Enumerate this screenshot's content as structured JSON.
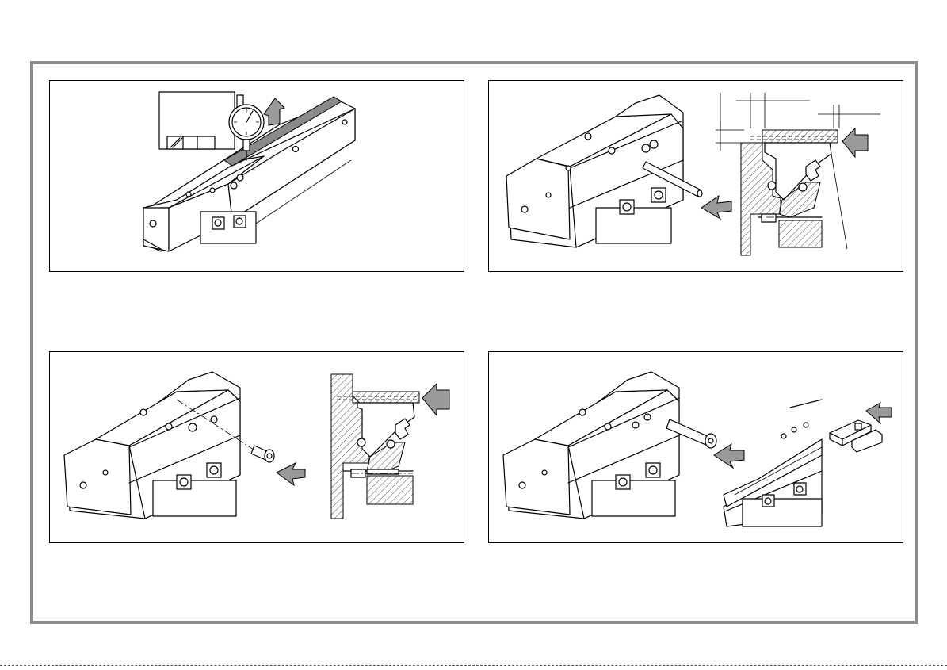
{
  "colors": {
    "frame_border": "#8c8c8c",
    "arrow_fill": "#9a9a9a",
    "line": "#000000"
  },
  "panels": [
    {
      "id": "panel-1",
      "icons": [
        "linear-slide-icon",
        "dial-gauge-icon",
        "direction-arrow-icon"
      ]
    },
    {
      "id": "panel-2",
      "icons": [
        "linear-slide-icon",
        "pin-icon",
        "cross-section-icon",
        "direction-arrow-icon"
      ]
    },
    {
      "id": "panel-3",
      "icons": [
        "linear-slide-icon",
        "screw-icon",
        "cross-section-icon",
        "direction-arrow-icon"
      ]
    },
    {
      "id": "panel-4",
      "icons": [
        "linear-slide-icon",
        "screw-icon",
        "guide-clip-icon",
        "direction-arrow-icon"
      ]
    }
  ]
}
